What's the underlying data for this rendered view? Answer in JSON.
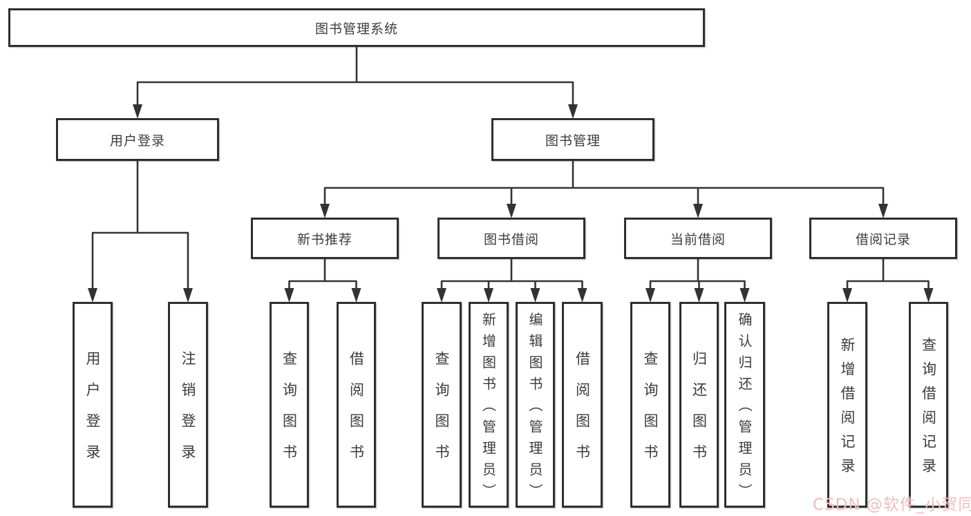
{
  "diagram": {
    "title": "图书管理系统",
    "nodes": [
      {
        "id": "root",
        "label": "图书管理系统"
      },
      {
        "id": "user-login",
        "label": "用户登录"
      },
      {
        "id": "book-mgmt",
        "label": "图书管理"
      },
      {
        "id": "new-book-rec",
        "label": "新书推荐"
      },
      {
        "id": "book-borrow",
        "label": "图书借阅"
      },
      {
        "id": "current-borrow",
        "label": "当前借阅"
      },
      {
        "id": "borrow-records",
        "label": "借阅记录"
      },
      {
        "id": "leaf-user-login",
        "label": "用户登录"
      },
      {
        "id": "leaf-logout",
        "label": "注销登录"
      },
      {
        "id": "leaf-query-books-1",
        "label": "查询图书"
      },
      {
        "id": "leaf-borrow-books-1",
        "label": "借阅图书"
      },
      {
        "id": "leaf-query-books-2",
        "label": "查询图书"
      },
      {
        "id": "leaf-add-books",
        "label": "新增图书（管理员）"
      },
      {
        "id": "leaf-edit-books",
        "label": "编辑图书（管理员）"
      },
      {
        "id": "leaf-borrow-books-2",
        "label": "借阅图书"
      },
      {
        "id": "leaf-query-books-3",
        "label": "查询图书"
      },
      {
        "id": "leaf-return-books",
        "label": "归还图书"
      },
      {
        "id": "leaf-confirm-return",
        "label": "确认归还（管理员）"
      },
      {
        "id": "leaf-add-borrow-record",
        "label": "新增借阅记录"
      },
      {
        "id": "leaf-query-borrow-record",
        "label": "查询借阅记录"
      }
    ],
    "edges": [
      {
        "from": "root",
        "to": "user-login"
      },
      {
        "from": "root",
        "to": "book-mgmt"
      },
      {
        "from": "user-login",
        "to": "leaf-user-login"
      },
      {
        "from": "user-login",
        "to": "leaf-logout"
      },
      {
        "from": "book-mgmt",
        "to": "new-book-rec"
      },
      {
        "from": "book-mgmt",
        "to": "book-borrow"
      },
      {
        "from": "book-mgmt",
        "to": "current-borrow"
      },
      {
        "from": "book-mgmt",
        "to": "borrow-records"
      },
      {
        "from": "new-book-rec",
        "to": "leaf-query-books-1"
      },
      {
        "from": "new-book-rec",
        "to": "leaf-borrow-books-1"
      },
      {
        "from": "book-borrow",
        "to": "leaf-query-books-2"
      },
      {
        "from": "book-borrow",
        "to": "leaf-add-books"
      },
      {
        "from": "book-borrow",
        "to": "leaf-edit-books"
      },
      {
        "from": "book-borrow",
        "to": "leaf-borrow-books-2"
      },
      {
        "from": "current-borrow",
        "to": "leaf-query-books-3"
      },
      {
        "from": "current-borrow",
        "to": "leaf-return-books"
      },
      {
        "from": "current-borrow",
        "to": "leaf-confirm-return"
      },
      {
        "from": "borrow-records",
        "to": "leaf-add-borrow-record"
      },
      {
        "from": "borrow-records",
        "to": "leaf-query-borrow-record"
      }
    ],
    "colors": {
      "line": "#333333",
      "box_border": "#2e2e2e",
      "text": "#3b3b3b",
      "background": "#ffffff",
      "watermark": "#f3bcbc"
    }
  },
  "watermark": {
    "text": "CSDN @软件_小贺同学"
  }
}
